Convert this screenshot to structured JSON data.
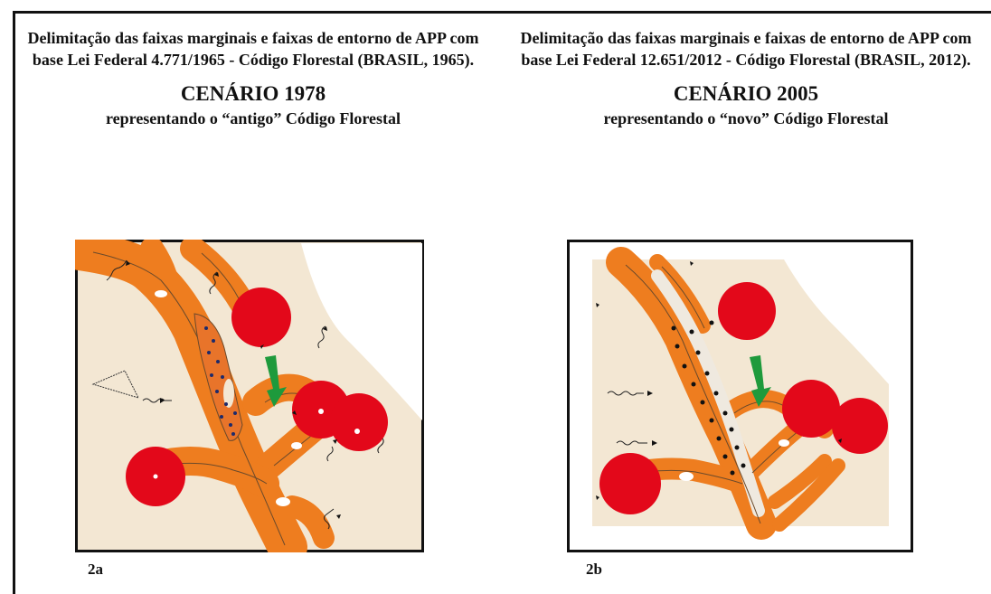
{
  "panels": [
    {
      "description": "Delimitação das faixas marginais e faixas de entorno de APP com base Lei Federal 4.771/1965 - Código Florestal (BRASIL, 1965).",
      "scenario": "CENÁRIO 1978",
      "subtitle": "representando o “antigo” Código Florestal",
      "label": "2a"
    },
    {
      "description": "Delimitação das faixas marginais e faixas de entorno de APP com base Lei Federal 12.651/2012 - Código Florestal (BRASIL, 2012).",
      "scenario": "CENÁRIO 2005",
      "subtitle": "representando o “novo” Código Florestal",
      "label": "2b"
    }
  ],
  "colors": {
    "background_land": "#f3e7d3",
    "app_buffer": "#ee7d1f",
    "spring_buffer": "#e3081a",
    "arrow": "#1e9a3c",
    "stream": "#6b4a2b"
  }
}
